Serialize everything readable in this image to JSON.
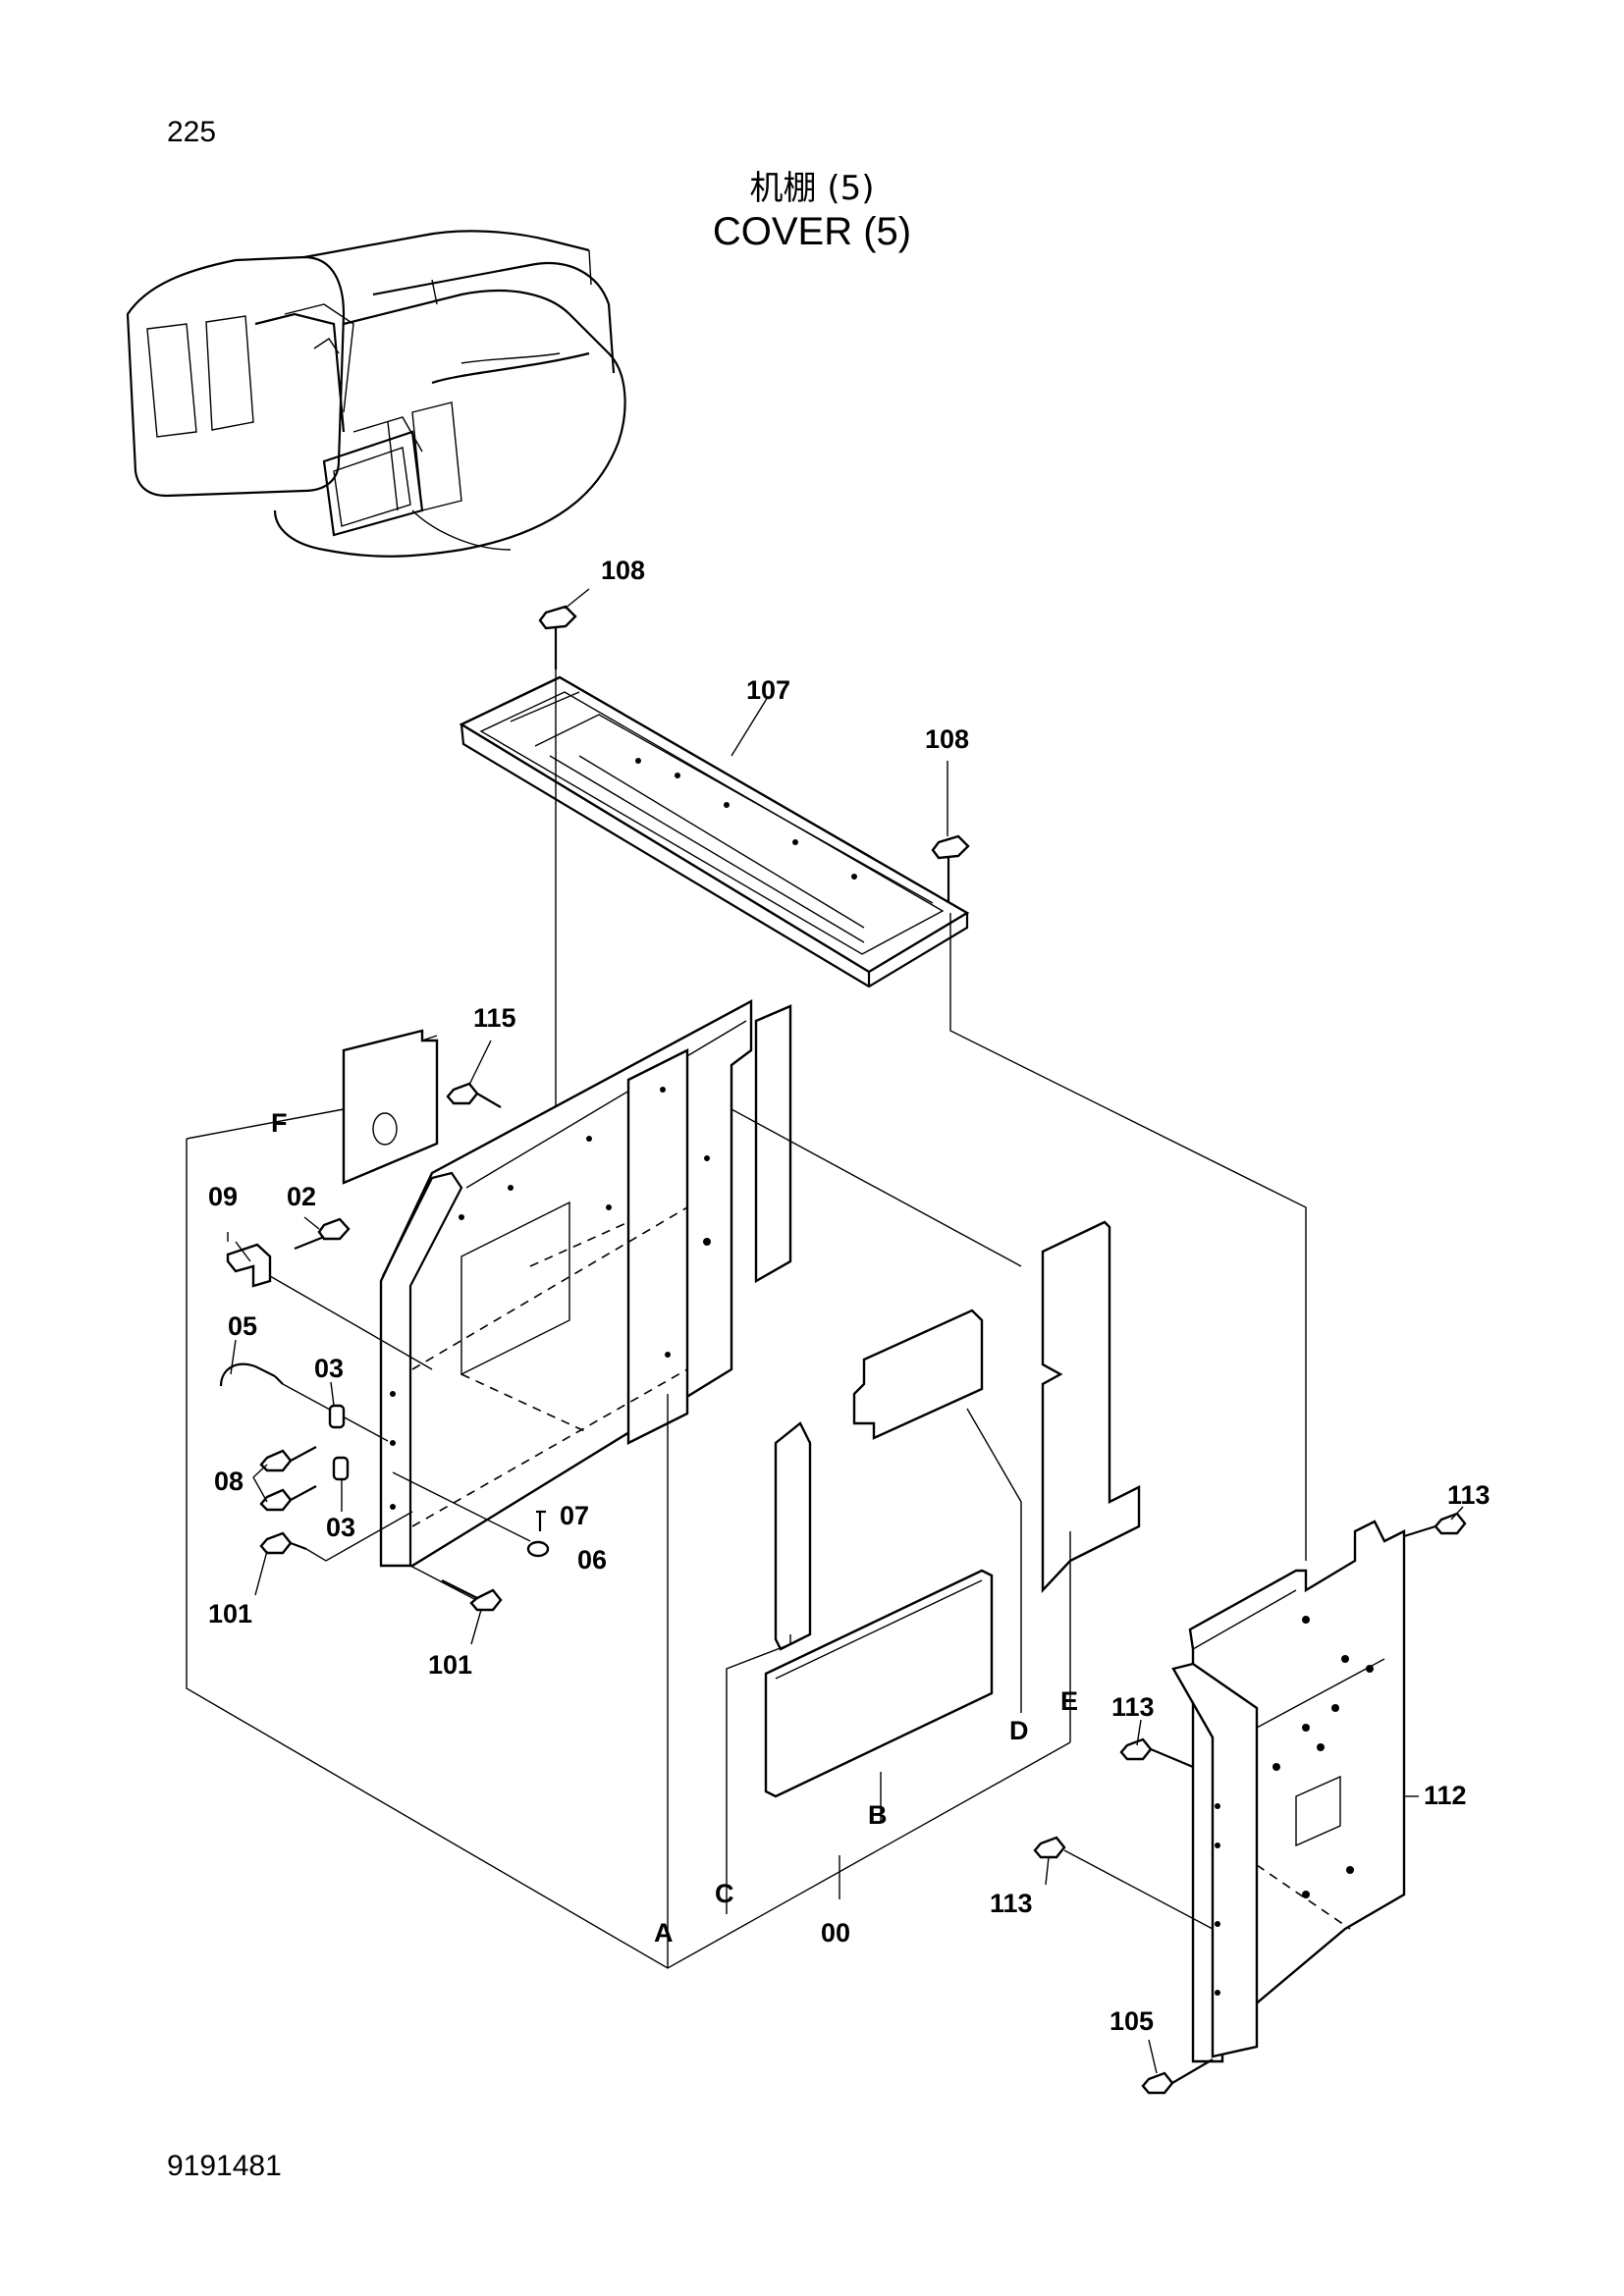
{
  "page": {
    "number": "225",
    "drawing_no": "9191481"
  },
  "title": {
    "chinese": "机棚 (5)",
    "english": "COVER (5)"
  },
  "callouts": {
    "c108a": "108",
    "c107": "107",
    "c108b": "108",
    "c115": "115",
    "cF": "F",
    "c09": "09",
    "c02": "02",
    "c05": "05",
    "c03a": "03",
    "c08": "08",
    "c03b": "03",
    "c07": "07",
    "c06": "06",
    "c101a": "101",
    "c101b": "101",
    "cA": "A",
    "cC": "C",
    "c00": "00",
    "cB": "B",
    "cD": "D",
    "cE": "E",
    "c113a": "113",
    "c113b": "113",
    "c113c": "113",
    "c112": "112",
    "c105": "105"
  }
}
